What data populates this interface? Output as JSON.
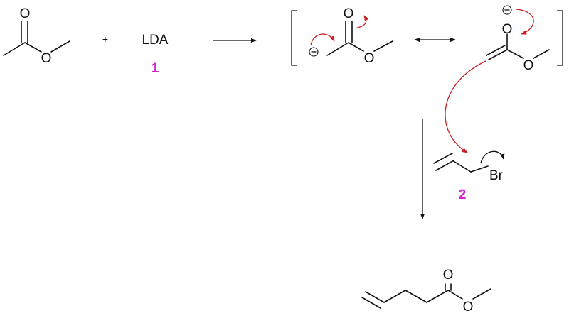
{
  "scheme": {
    "atoms": {
      "oxygen": "O",
      "bromine": "Br"
    },
    "plus_sign": "+",
    "reagent_lda": "LDA",
    "label_lda": "1",
    "label_allyl_bromide": "2"
  },
  "colors": {
    "bonds": "#111111",
    "electron_arrows": "#cc1e1e",
    "compound_numbers": "#d61ed6"
  }
}
